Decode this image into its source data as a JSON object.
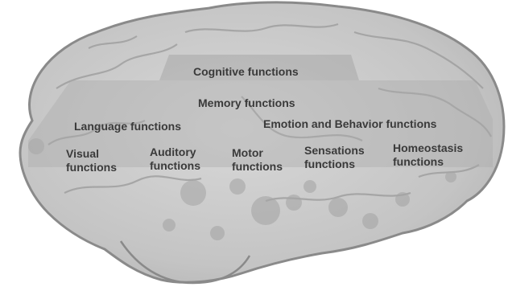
{
  "diagram": {
    "labels": {
      "cognitive": "Cognitive functions",
      "memory": "Memory functions",
      "language": "Language functions",
      "emotion": "Emotion and Behavior functions",
      "visual": [
        "Visual",
        "functions"
      ],
      "auditory": [
        "Auditory",
        "functions"
      ],
      "motor": [
        "Motor",
        "functions"
      ],
      "sensations": [
        "Sensations",
        "functions"
      ],
      "homeostasis": [
        "Homeostasis",
        "functions"
      ]
    },
    "colors": {
      "brain_fill": "#c9c9c9",
      "brain_outline": "#8a8a8a",
      "overlay": "#a8a8a8",
      "text": "#3a3a3a"
    }
  }
}
